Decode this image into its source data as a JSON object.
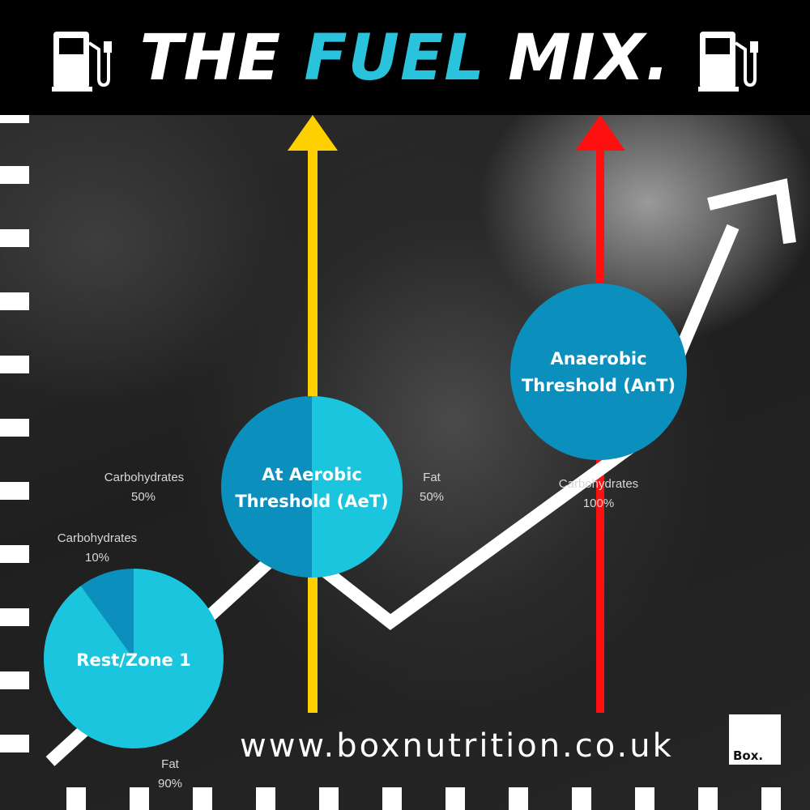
{
  "header": {
    "title_pre": "THE ",
    "title_accent": "FUEL",
    "title_post": " MIX.",
    "accent_color": "#29c3dd",
    "icon_left": "fuel-pump-icon",
    "icon_right": "fuel-pump-icon"
  },
  "chart_data": {
    "type": "pie",
    "title": "THE FUEL MIX.",
    "trend_line": "rising",
    "colors": {
      "primary": "#1bc5dd",
      "secondary": "#0b8fbd",
      "aerobic_arrow": "#ffd000",
      "anaerobic_arrow": "#ff1010"
    },
    "pies": [
      {
        "name": "Rest/Zone 1",
        "slices": [
          {
            "label": "Carbohydrates",
            "value_text": "10%",
            "value": 10
          },
          {
            "label": "Fat",
            "value_text": "90%",
            "value": 90
          }
        ]
      },
      {
        "name": "At Aerobic Threshold (AeT)",
        "name_lines": [
          "At Aerobic",
          "Threshold (AeT)"
        ],
        "slices": [
          {
            "label": "Carbohydrates",
            "value_text": "50%",
            "value": 50
          },
          {
            "label": "Fat",
            "value_text": "50%",
            "value": 50
          }
        ]
      },
      {
        "name": "Anaerobic Threshold (AnT)",
        "name_lines": [
          "Anaerobic",
          "Threshold (AnT)"
        ],
        "slices": [
          {
            "label": "Carbohydrates",
            "value_text": "100%",
            "value": 100
          }
        ]
      }
    ]
  },
  "footer": {
    "website": "www.boxnutrition.co.uk",
    "logo_text": "Box."
  }
}
